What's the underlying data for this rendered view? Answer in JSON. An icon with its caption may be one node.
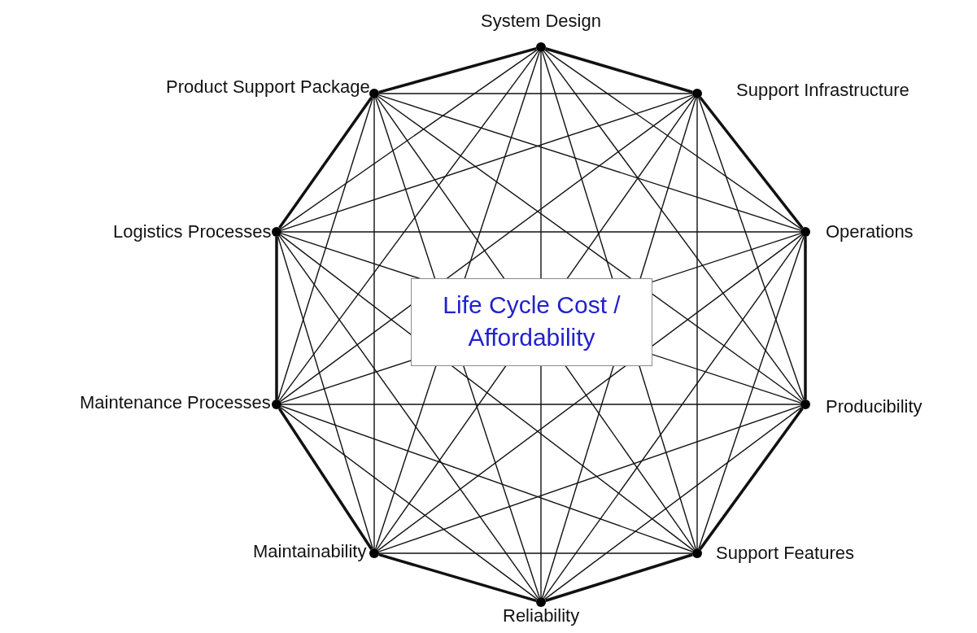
{
  "diagram": {
    "nodes": [
      {
        "text": [],
        "shape": "circle",
        "beside": [
          "System Design"
        ]
      },
      {
        "text": [],
        "shape": "circle",
        "beside": [
          "Support Infrastructure"
        ]
      },
      {
        "text": [],
        "shape": "circle",
        "beside": [
          "Operations"
        ]
      },
      {
        "text": [],
        "shape": "circle",
        "beside": [
          "Producibility"
        ]
      },
      {
        "text": [],
        "shape": "circle",
        "beside": [
          "Support Features"
        ]
      },
      {
        "text": [],
        "shape": "circle",
        "beside": [
          "Reliability"
        ]
      },
      {
        "text": [],
        "shape": "circle",
        "beside": [
          "Maintainability"
        ]
      },
      {
        "text": [],
        "shape": "circle",
        "beside": [
          "Maintenance Processes"
        ]
      },
      {
        "text": [],
        "shape": "circle",
        "beside": [
          "Logistics Processes"
        ]
      },
      {
        "text": [],
        "shape": "circle",
        "beside": [
          "Product Support Package"
        ]
      }
    ],
    "labels": [
      "Life Cycle Cost / Affordability"
    ],
    "edges": [
      {
        "from": 0,
        "to": 1,
        "arrow": "none",
        "style": "thick"
      },
      {
        "from": 1,
        "to": 2,
        "arrow": "none",
        "style": "thick"
      },
      {
        "from": 2,
        "to": 3,
        "arrow": "none",
        "style": "thick"
      },
      {
        "from": 3,
        "to": 4,
        "arrow": "none",
        "style": "thick"
      },
      {
        "from": 4,
        "to": 5,
        "arrow": "none",
        "style": "thick"
      },
      {
        "from": 5,
        "to": 6,
        "arrow": "none",
        "style": "thick"
      },
      {
        "from": 6,
        "to": 7,
        "arrow": "none",
        "style": "thick"
      },
      {
        "from": 7,
        "to": 8,
        "arrow": "none",
        "style": "thick"
      },
      {
        "from": 8,
        "to": 9,
        "arrow": "none",
        "style": "thick"
      },
      {
        "from": 9,
        "to": 0,
        "arrow": "none",
        "style": "thick"
      },
      {
        "from": 0,
        "to": 2,
        "arrow": "none"
      },
      {
        "from": 0,
        "to": 3,
        "arrow": "none"
      },
      {
        "from": 0,
        "to": 4,
        "arrow": "none"
      },
      {
        "from": 0,
        "to": 5,
        "arrow": "none"
      },
      {
        "from": 0,
        "to": 6,
        "arrow": "none"
      },
      {
        "from": 0,
        "to": 7,
        "arrow": "none"
      },
      {
        "from": 0,
        "to": 8,
        "arrow": "none"
      },
      {
        "from": 1,
        "to": 3,
        "arrow": "none"
      },
      {
        "from": 1,
        "to": 4,
        "arrow": "none"
      },
      {
        "from": 1,
        "to": 5,
        "arrow": "none"
      },
      {
        "from": 1,
        "to": 6,
        "arrow": "none"
      },
      {
        "from": 1,
        "to": 7,
        "arrow": "none"
      },
      {
        "from": 1,
        "to": 8,
        "arrow": "none"
      },
      {
        "from": 1,
        "to": 9,
        "arrow": "none"
      },
      {
        "from": 2,
        "to": 4,
        "arrow": "none"
      },
      {
        "from": 2,
        "to": 5,
        "arrow": "none"
      },
      {
        "from": 2,
        "to": 6,
        "arrow": "none"
      },
      {
        "from": 2,
        "to": 7,
        "arrow": "none"
      },
      {
        "from": 2,
        "to": 8,
        "arrow": "none"
      },
      {
        "from": 2,
        "to": 9,
        "arrow": "none"
      },
      {
        "from": 3,
        "to": 5,
        "arrow": "none"
      },
      {
        "from": 3,
        "to": 6,
        "arrow": "none"
      },
      {
        "from": 3,
        "to": 7,
        "arrow": "none"
      },
      {
        "from": 3,
        "to": 8,
        "arrow": "none"
      },
      {
        "from": 3,
        "to": 9,
        "arrow": "none"
      },
      {
        "from": 4,
        "to": 6,
        "arrow": "none"
      },
      {
        "from": 4,
        "to": 7,
        "arrow": "none"
      },
      {
        "from": 4,
        "to": 8,
        "arrow": "none"
      },
      {
        "from": 4,
        "to": 9,
        "arrow": "none"
      },
      {
        "from": 5,
        "to": 7,
        "arrow": "none"
      },
      {
        "from": 5,
        "to": 8,
        "arrow": "none"
      },
      {
        "from": 5,
        "to": 9,
        "arrow": "none"
      },
      {
        "from": 6,
        "to": 8,
        "arrow": "none"
      },
      {
        "from": 6,
        "to": 9,
        "arrow": "none"
      },
      {
        "from": 7,
        "to": 9,
        "arrow": "none"
      }
    ]
  }
}
